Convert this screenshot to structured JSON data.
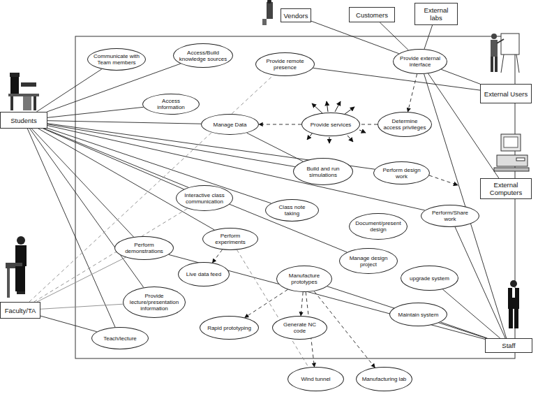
{
  "diagram": {
    "nodes": [
      {
        "text": [
          "Vendors"
        ]
      },
      {
        "text": [
          "Customers"
        ]
      },
      {
        "text": [
          "External labs"
        ]
      },
      {
        "text": [
          "Students"
        ]
      },
      {
        "text": [
          "Communicate with Team members"
        ]
      },
      {
        "text": [
          "Access/Build knowledge sources"
        ]
      },
      {
        "text": [
          "Provide remote presence"
        ]
      },
      {
        "text": [
          "Provide external interface"
        ]
      },
      {
        "text": [
          "External Users"
        ]
      },
      {
        "text": [
          "Access information"
        ]
      },
      {
        "text": [
          "Manage Data"
        ]
      },
      {
        "text": [
          "Provide services"
        ]
      },
      {
        "text": [
          "Determine access privileges"
        ]
      },
      {
        "text": [
          "External Computers"
        ]
      },
      {
        "text": [
          "Build and run simulations"
        ]
      },
      {
        "text": [
          "Perform design work"
        ]
      },
      {
        "text": [
          "Interactive class communication"
        ]
      },
      {
        "text": [
          "Class note taking"
        ]
      },
      {
        "text": [
          "Perform/Share work"
        ]
      },
      {
        "text": [
          "Document/present design"
        ]
      },
      {
        "text": [
          "Perform demonstrations"
        ]
      },
      {
        "text": [
          "Perform experiments"
        ]
      },
      {
        "text": [
          "Manage design project"
        ]
      },
      {
        "text": [
          "Live data feed"
        ]
      },
      {
        "text": [
          "Manufacture prototypes"
        ]
      },
      {
        "text": [
          "upgrade system"
        ]
      },
      {
        "text": [
          "Provide lecture/presentation information"
        ]
      },
      {
        "text": [
          "Maintain system"
        ]
      },
      {
        "text": [
          "Faculty/TA"
        ]
      },
      {
        "text": [
          "Teach/lecture"
        ]
      },
      {
        "text": [
          "Rapid prototyping"
        ]
      },
      {
        "text": [
          "Generate NC code"
        ]
      },
      {
        "text": [
          "Staff"
        ]
      },
      {
        "text": [
          "Wind tunnel"
        ]
      },
      {
        "text": [
          "Manufacturing lab"
        ]
      }
    ],
    "edges": [
      {
        "from": 3,
        "to": 4,
        "arrow": "none"
      },
      {
        "from": 3,
        "to": 5,
        "arrow": "none"
      },
      {
        "from": 3,
        "to": 9,
        "arrow": "none"
      },
      {
        "from": 3,
        "to": 10,
        "arrow": "none"
      },
      {
        "from": 3,
        "to": 14,
        "arrow": "none"
      },
      {
        "from": 3,
        "to": 15,
        "arrow": "none"
      },
      {
        "from": 3,
        "to": 16,
        "arrow": "none"
      },
      {
        "from": 3,
        "to": 17,
        "arrow": "none"
      },
      {
        "from": 3,
        "to": 18,
        "arrow": "none"
      },
      {
        "from": 3,
        "to": 20,
        "arrow": "none"
      },
      {
        "from": 3,
        "to": 21,
        "arrow": "none"
      },
      {
        "from": 3,
        "to": 22,
        "arrow": "none"
      },
      {
        "from": 3,
        "to": 26,
        "arrow": "none"
      },
      {
        "from": 3,
        "to": 29,
        "arrow": "none"
      },
      {
        "from": 28,
        "to": 29,
        "arrow": "none"
      },
      {
        "from": 28,
        "to": 26,
        "arrow": "none"
      },
      {
        "from": 28,
        "to": 20,
        "arrow": "none"
      },
      {
        "from": 28,
        "to": 6,
        "arrow": "none"
      },
      {
        "from": 28,
        "to": 16,
        "arrow": "none"
      },
      {
        "from": 32,
        "to": 27,
        "arrow": "none"
      },
      {
        "from": 32,
        "to": 25,
        "arrow": "none"
      },
      {
        "from": 32,
        "to": 18,
        "arrow": "none"
      },
      {
        "from": 32,
        "to": 7,
        "arrow": "none"
      },
      {
        "from": 32,
        "to": 20,
        "arrow": "none"
      },
      {
        "from": 32,
        "to": 24,
        "arrow": "none"
      },
      {
        "from": 0,
        "to": 7,
        "arrow": "none"
      },
      {
        "from": 1,
        "to": 7,
        "arrow": "none"
      },
      {
        "from": 2,
        "to": 7,
        "arrow": "none"
      },
      {
        "from": 6,
        "to": 8,
        "arrow": "none"
      },
      {
        "from": 13,
        "to": 7,
        "arrow": "none"
      },
      {
        "from": 7,
        "to": 12,
        "arrow": "to"
      },
      {
        "from": 12,
        "to": 11,
        "arrow": "none"
      },
      {
        "from": 11,
        "to": 10,
        "arrow": "to"
      },
      {
        "from": 10,
        "to": 14,
        "arrow": "none"
      },
      {
        "from": 21,
        "to": 23,
        "arrow": "to"
      },
      {
        "from": 24,
        "to": 30,
        "arrow": "to"
      },
      {
        "from": 24,
        "to": 31,
        "arrow": "to"
      },
      {
        "from": 24,
        "to": 33,
        "arrow": "to"
      },
      {
        "from": 24,
        "to": 34,
        "arrow": "to"
      },
      {
        "from": 21,
        "to": 33,
        "arrow": "none"
      },
      {
        "from": 8,
        "to": 7,
        "arrow": "none"
      }
    ]
  }
}
